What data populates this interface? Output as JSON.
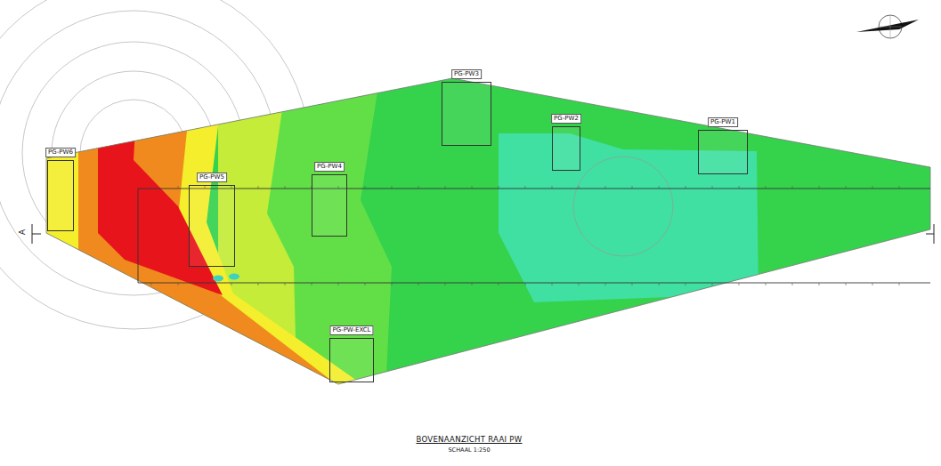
{
  "diagram": {
    "title": "BOVENAANZICHT RAAI PW",
    "caption": "SCHAAL 1:250",
    "nodes": [
      {
        "text": [
          "PG-PW6"
        ]
      },
      {
        "text": [
          "PG-PW5"
        ]
      },
      {
        "text": [
          "PG-PW4"
        ]
      },
      {
        "text": [
          "PG-PW3"
        ]
      },
      {
        "text": [
          "PG-PW2"
        ]
      },
      {
        "text": [
          "PG-PW1"
        ]
      },
      {
        "text": [
          "PG-PW-EXCL"
        ]
      }
    ],
    "labels": [
      "A"
    ]
  }
}
